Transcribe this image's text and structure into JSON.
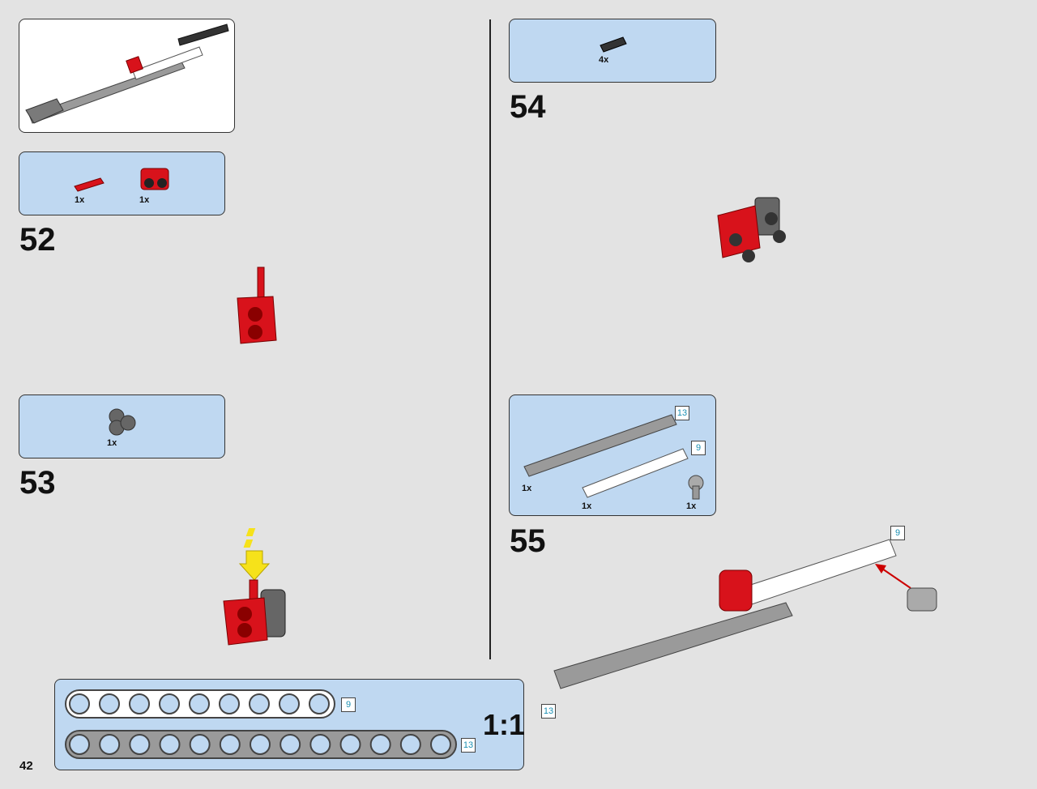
{
  "page_number": "42",
  "divider": true,
  "steps": [
    {
      "number": "52",
      "parts": [
        {
          "qty": "1x",
          "icon": "red-pin-part-icon"
        },
        {
          "qty": "1x",
          "icon": "red-connector-part-icon"
        }
      ]
    },
    {
      "number": "53",
      "parts": [
        {
          "qty": "1x",
          "icon": "grey-connector-part-icon"
        }
      ]
    },
    {
      "number": "54",
      "parts": [
        {
          "qty": "4x",
          "icon": "black-pin-part-icon"
        }
      ]
    },
    {
      "number": "55",
      "parts": [
        {
          "qty": "1x",
          "icon": "grey-beam-13-part-icon",
          "length": "13"
        },
        {
          "qty": "1x",
          "icon": "white-beam-9-part-icon",
          "length": "9"
        },
        {
          "qty": "1x",
          "icon": "grey-axle-connector-part-icon"
        }
      ]
    }
  ],
  "callouts": {
    "beam_9": "9",
    "beam_13": "13"
  },
  "ruler": {
    "scale": "1:1",
    "beam_9_label": "9",
    "beam_13_label": "13"
  },
  "colors": {
    "panel_blue": "#bfd8f1",
    "lego_red": "#d8121b",
    "lego_grey": "#8a8a8a",
    "arrow_yellow": "#f6e21a",
    "length_text": "#1a8fb3"
  }
}
